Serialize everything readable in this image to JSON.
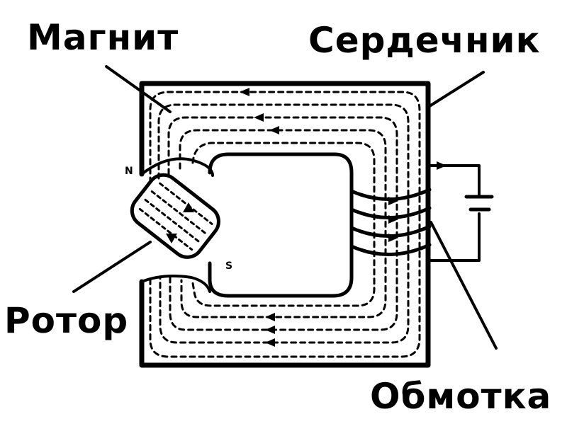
{
  "labels": {
    "magnet": "Магнит",
    "core": "Сердечник",
    "rotor": "Ротор",
    "winding": "Обмотка"
  },
  "poles": {
    "north": "N",
    "south": "S"
  },
  "colors": {
    "ink": "#000000",
    "background": "#ffffff"
  }
}
